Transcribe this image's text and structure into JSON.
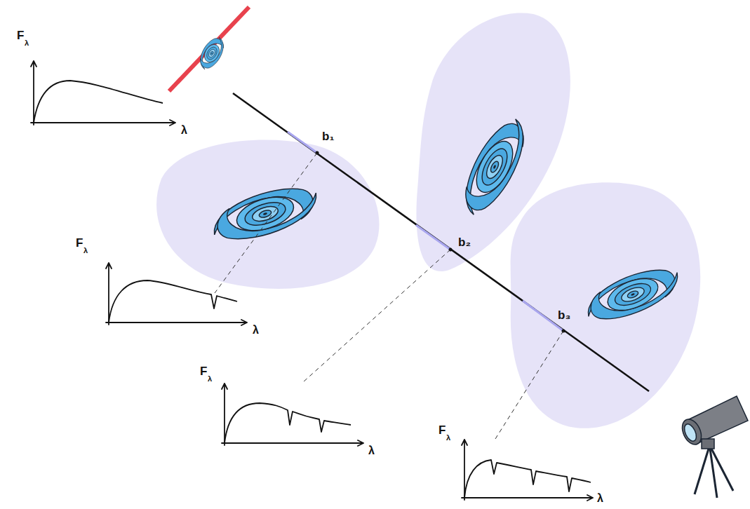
{
  "diagram": {
    "labels": [
      "F",
      "λ",
      "λ",
      "b₁",
      "F",
      "λ",
      "λ",
      "b₂",
      "F",
      "λ",
      "λ",
      "b₃",
      "F",
      "λ",
      "λ"
    ]
  }
}
